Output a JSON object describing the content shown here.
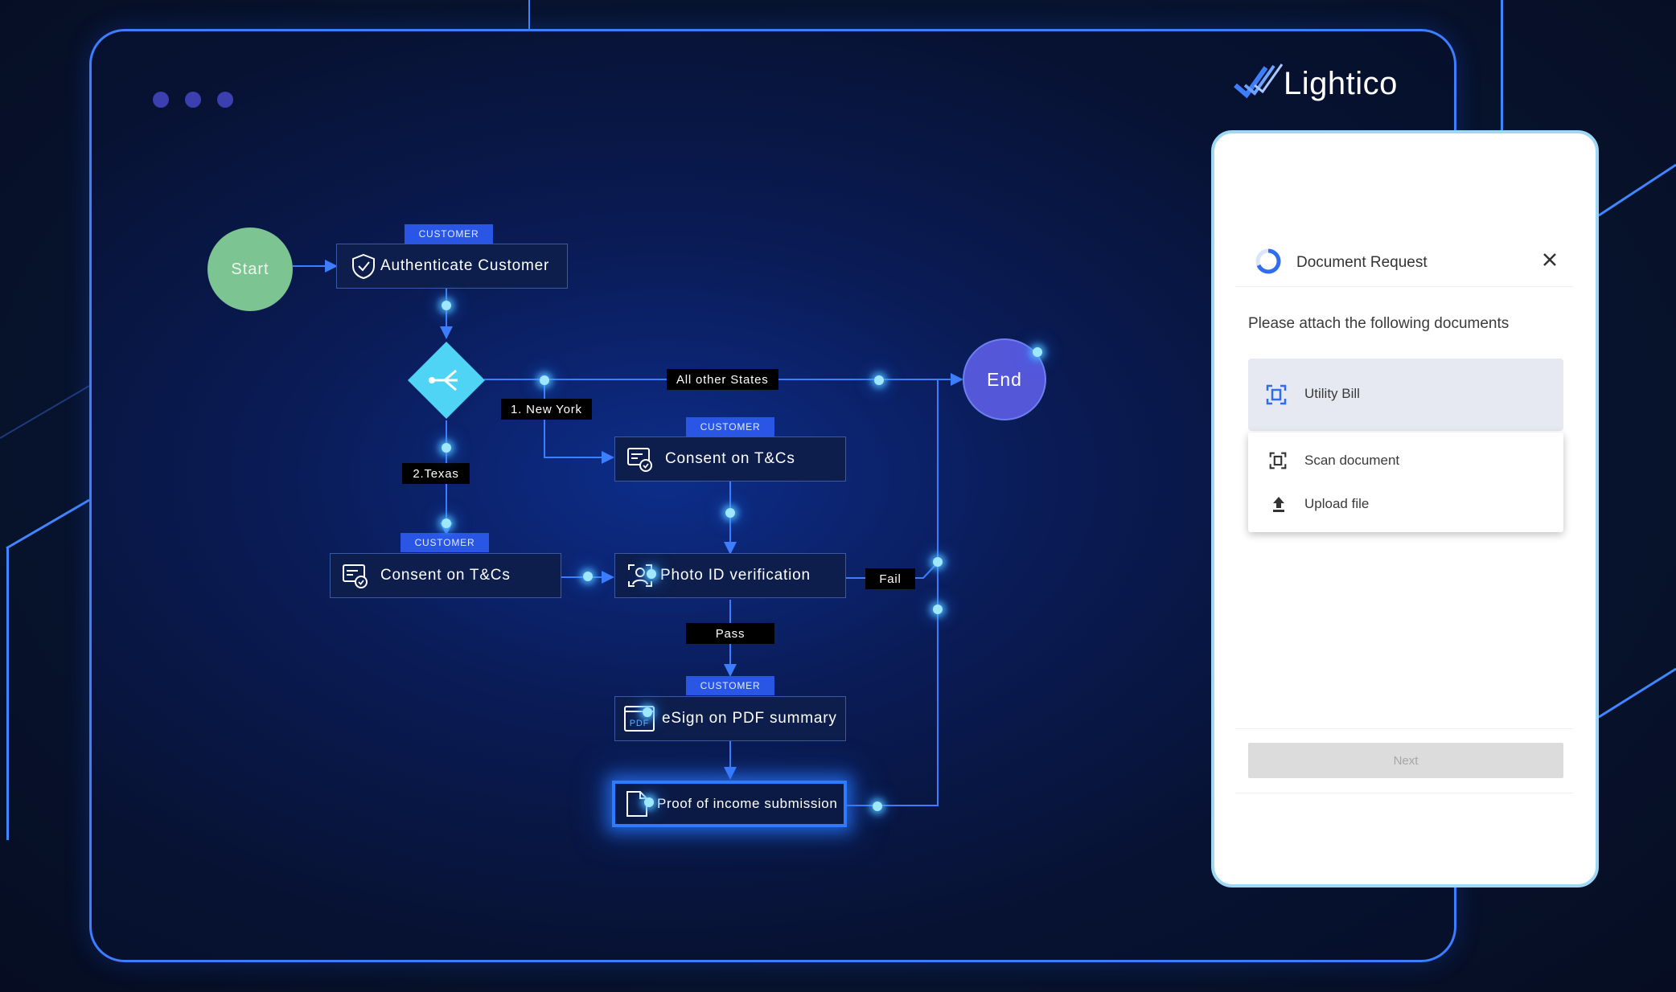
{
  "brand": {
    "name": "Lightico"
  },
  "window": {
    "dots": [
      "dot-1",
      "dot-2",
      "dot-3"
    ]
  },
  "flow": {
    "start": "Start",
    "end": "End",
    "tag": "CUSTOMER",
    "nodes": {
      "authenticate": "Authenticate Customer",
      "consent_ny": "Consent on T&Cs",
      "consent_tx": "Consent on T&Cs",
      "photo_id": "Photo ID verification",
      "esign": "eSign on PDF summary",
      "proof_income": "Proof of income submission"
    },
    "labels": {
      "all_other_states": "All other States",
      "new_york": "1. New York",
      "texas": "2.Texas",
      "fail": "Fail",
      "pass": "Pass"
    },
    "icons": {
      "pdf_text": "PDF"
    }
  },
  "phone": {
    "title": "Document Request",
    "subtitle": "Please attach the following documents",
    "document": "Utility Bill",
    "menu": [
      "Scan document",
      "Upload file"
    ],
    "next_button": "Next"
  },
  "colors": {
    "accent": "#3d7dff",
    "start_node": "#7cc491",
    "end_node": "#5557d9",
    "tag": "#2a56e6",
    "decision": "#4fd4f5"
  }
}
